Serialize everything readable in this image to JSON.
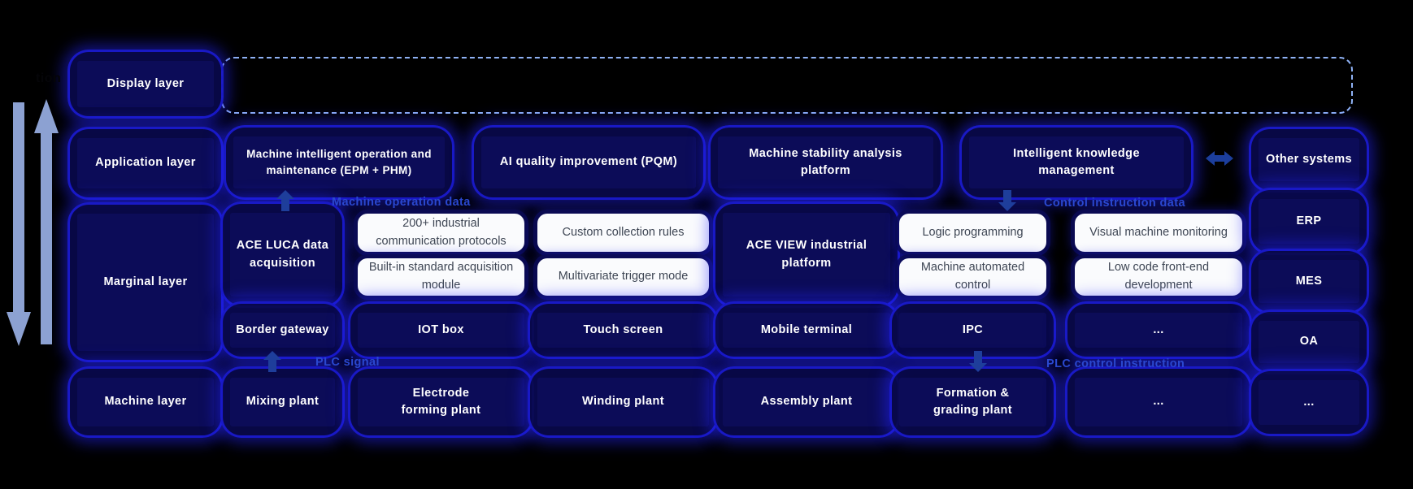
{
  "colors": {
    "background": "#000000",
    "box_blue": "#3a3af2",
    "halo_fill": "#09094b",
    "halo_border": "#1c1cdc",
    "chip_bg": "#fafbfd",
    "chip_text": "#3e4654",
    "flow_label_blue": "#2a48d0",
    "dash_line": "#8fb2f5",
    "big_arrow": "#8ca1d2",
    "small_arrow": "#1e3e9b"
  },
  "partial_edge_text": "tion",
  "layer_column": [
    "Display layer",
    "Application layer",
    "Marginal layer",
    "Machine layer"
  ],
  "application_row": [
    "Machine intelligent operation and maintenance (EPM + PHM)",
    "AI quality improvement (PQM)",
    "Machine stability analysis platform",
    "Intelligent knowledge management"
  ],
  "flow_labels": {
    "machine_operation_data": "Machine operation data",
    "control_instruction_data": "Control instruction data",
    "plc_signal": "PLC signal",
    "plc_control_instruction": "PLC control instruction"
  },
  "marginal": {
    "platform_left": "ACE LUCA data acquisition",
    "features_left": [
      "200+ industrial communication protocols",
      "Custom collection rules",
      "Built-in standard acquisition module",
      "Multivariate trigger mode"
    ],
    "platform_right": "ACE VIEW industrial platform",
    "features_right": [
      "Logic programming",
      "Visual machine monitoring",
      "Machine automated control",
      "Low code front-end development"
    ],
    "device_row": [
      "Border gateway",
      "IOT box",
      "Touch screen",
      "Mobile terminal",
      "IPC",
      "..."
    ]
  },
  "machine_row": [
    "Mixing plant",
    "Electrode forming plant",
    "Winding plant",
    "Assembly plant",
    "Formation & grading plant",
    "..."
  ],
  "right_column": [
    "Other systems",
    "ERP",
    "MES",
    "OA",
    "..."
  ],
  "icons": {
    "left_down_arrow": "down-arrow",
    "left_up_arrow": "up-arrow",
    "flow_up_arrow": "up-arrow",
    "flow_down_arrow": "down-arrow",
    "systems_sync_arrow": "left-right-arrow"
  }
}
